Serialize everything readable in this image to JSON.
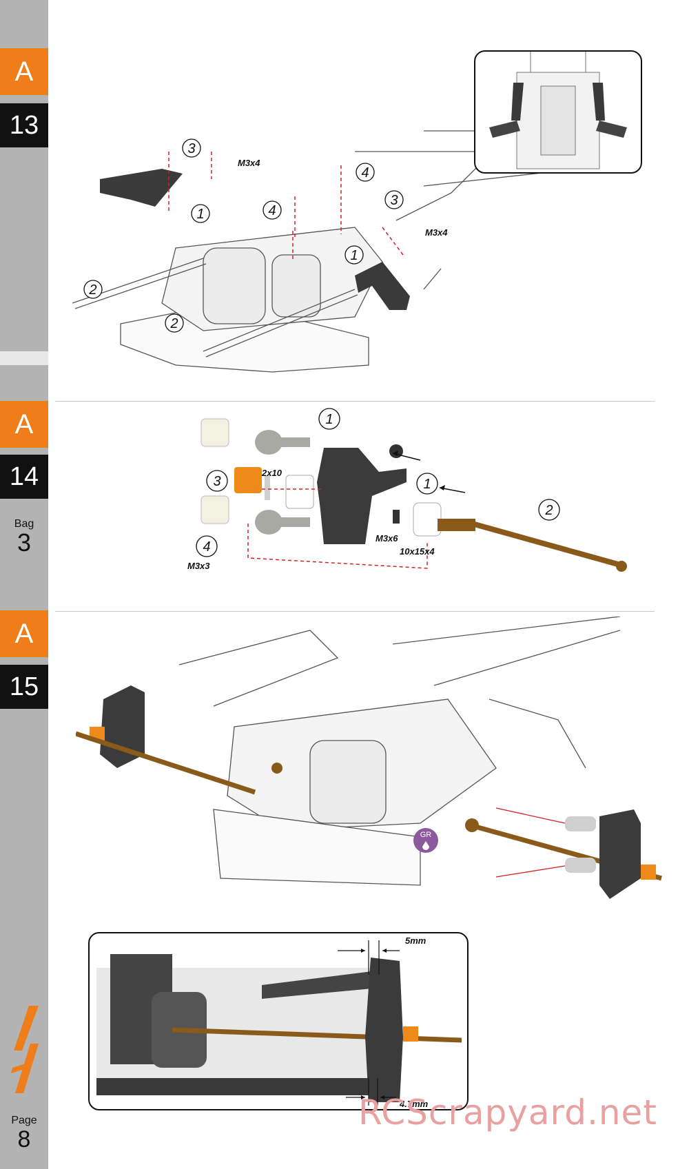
{
  "sidebar": {
    "steps": [
      {
        "section": "A",
        "number": "13"
      },
      {
        "section": "A",
        "number": "14"
      },
      {
        "section": "A",
        "number": "15"
      }
    ],
    "bag": {
      "label": "Bag",
      "number": "3"
    },
    "page": {
      "label": "Page",
      "number": "8"
    }
  },
  "step13": {
    "callouts": [
      "1",
      "1",
      "2",
      "2",
      "3",
      "3",
      "4",
      "4"
    ],
    "screws": [
      "M3x4",
      "M3x4"
    ]
  },
  "step14": {
    "callouts": [
      "1",
      "1",
      "2",
      "3",
      "4"
    ],
    "parts": [
      "2x10",
      "M3x6",
      "10x15x4",
      "M3x3"
    ]
  },
  "step15": {
    "grease_badge": "GR",
    "dimensions": [
      "5mm",
      "4.7mm"
    ]
  },
  "watermark": "RCScrapyard.net",
  "colors": {
    "accent": "#ee7d1a",
    "sidebar": "#b3b3b3",
    "tab_dark": "#111111",
    "guide_line": "#d22027"
  }
}
